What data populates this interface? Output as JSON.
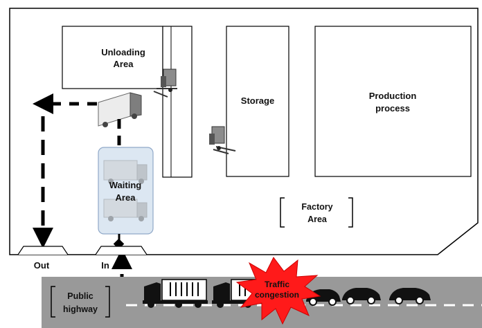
{
  "areas": {
    "unloading": [
      "Unloading",
      "Area"
    ],
    "storage": "Storage",
    "production": [
      "Production",
      "process"
    ],
    "waiting": [
      "Waiting",
      "Area"
    ],
    "factory": [
      "Factory",
      "Area"
    ]
  },
  "gates": {
    "out": "Out",
    "in": "In"
  },
  "highway": [
    "Public",
    "highway"
  ],
  "traffic": [
    "Traffic",
    "congestion"
  ],
  "colors": {
    "road": "#999999",
    "waiting_fill": "#dce7f2",
    "waiting_stroke": "#8fa8c8",
    "burst": "#ff1a1a",
    "lane_mark": "#ffffff"
  }
}
